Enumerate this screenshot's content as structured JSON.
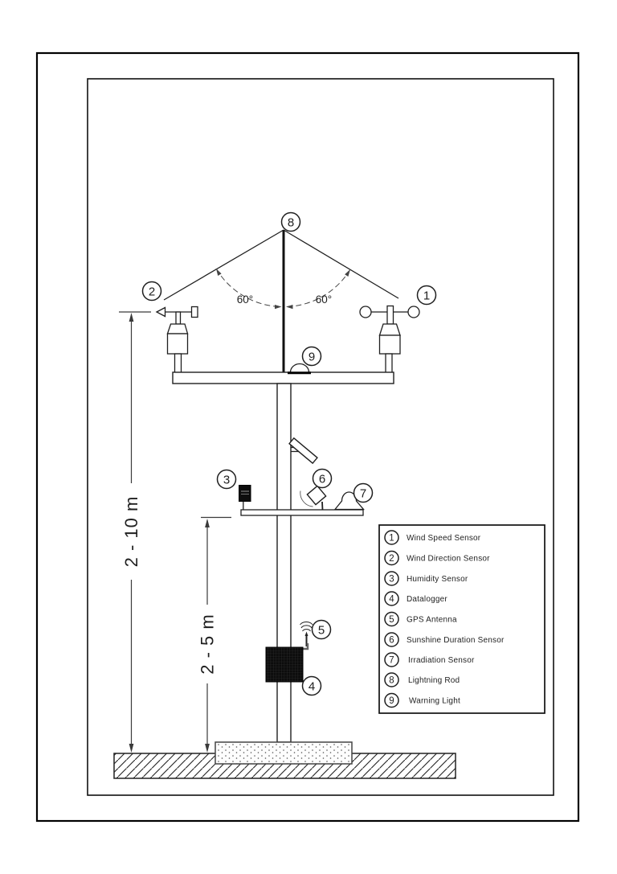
{
  "diagram": {
    "angle_left": "60°",
    "angle_right": "60°",
    "dim_mast_height": "2 - 10 m",
    "dim_platform_height": "2 - 5 m"
  },
  "callouts": {
    "n1": "1",
    "n2": "2",
    "n3": "3",
    "n4": "4",
    "n5": "5",
    "n6": "6",
    "n7": "7",
    "n8": "8",
    "n9": "9"
  },
  "legend": {
    "items": [
      {
        "num": "1",
        "label": "Wind Speed Sensor"
      },
      {
        "num": "2",
        "label": "Wind Direction Sensor"
      },
      {
        "num": "3",
        "label": "Humidity Sensor"
      },
      {
        "num": "4",
        "label": "Datalogger"
      },
      {
        "num": "5",
        "label": "GPS Antenna"
      },
      {
        "num": "6",
        "label": "Sunshine Duration Sensor"
      },
      {
        "num": "7",
        "label": "Irradiation Sensor"
      },
      {
        "num": "8",
        "label": "Lightning Rod"
      },
      {
        "num": "9",
        "label": "Warning Light"
      }
    ]
  },
  "colors": {
    "line": "#1f1f1f",
    "dark_fill": "#0d0d0d",
    "background": "#ffffff"
  }
}
